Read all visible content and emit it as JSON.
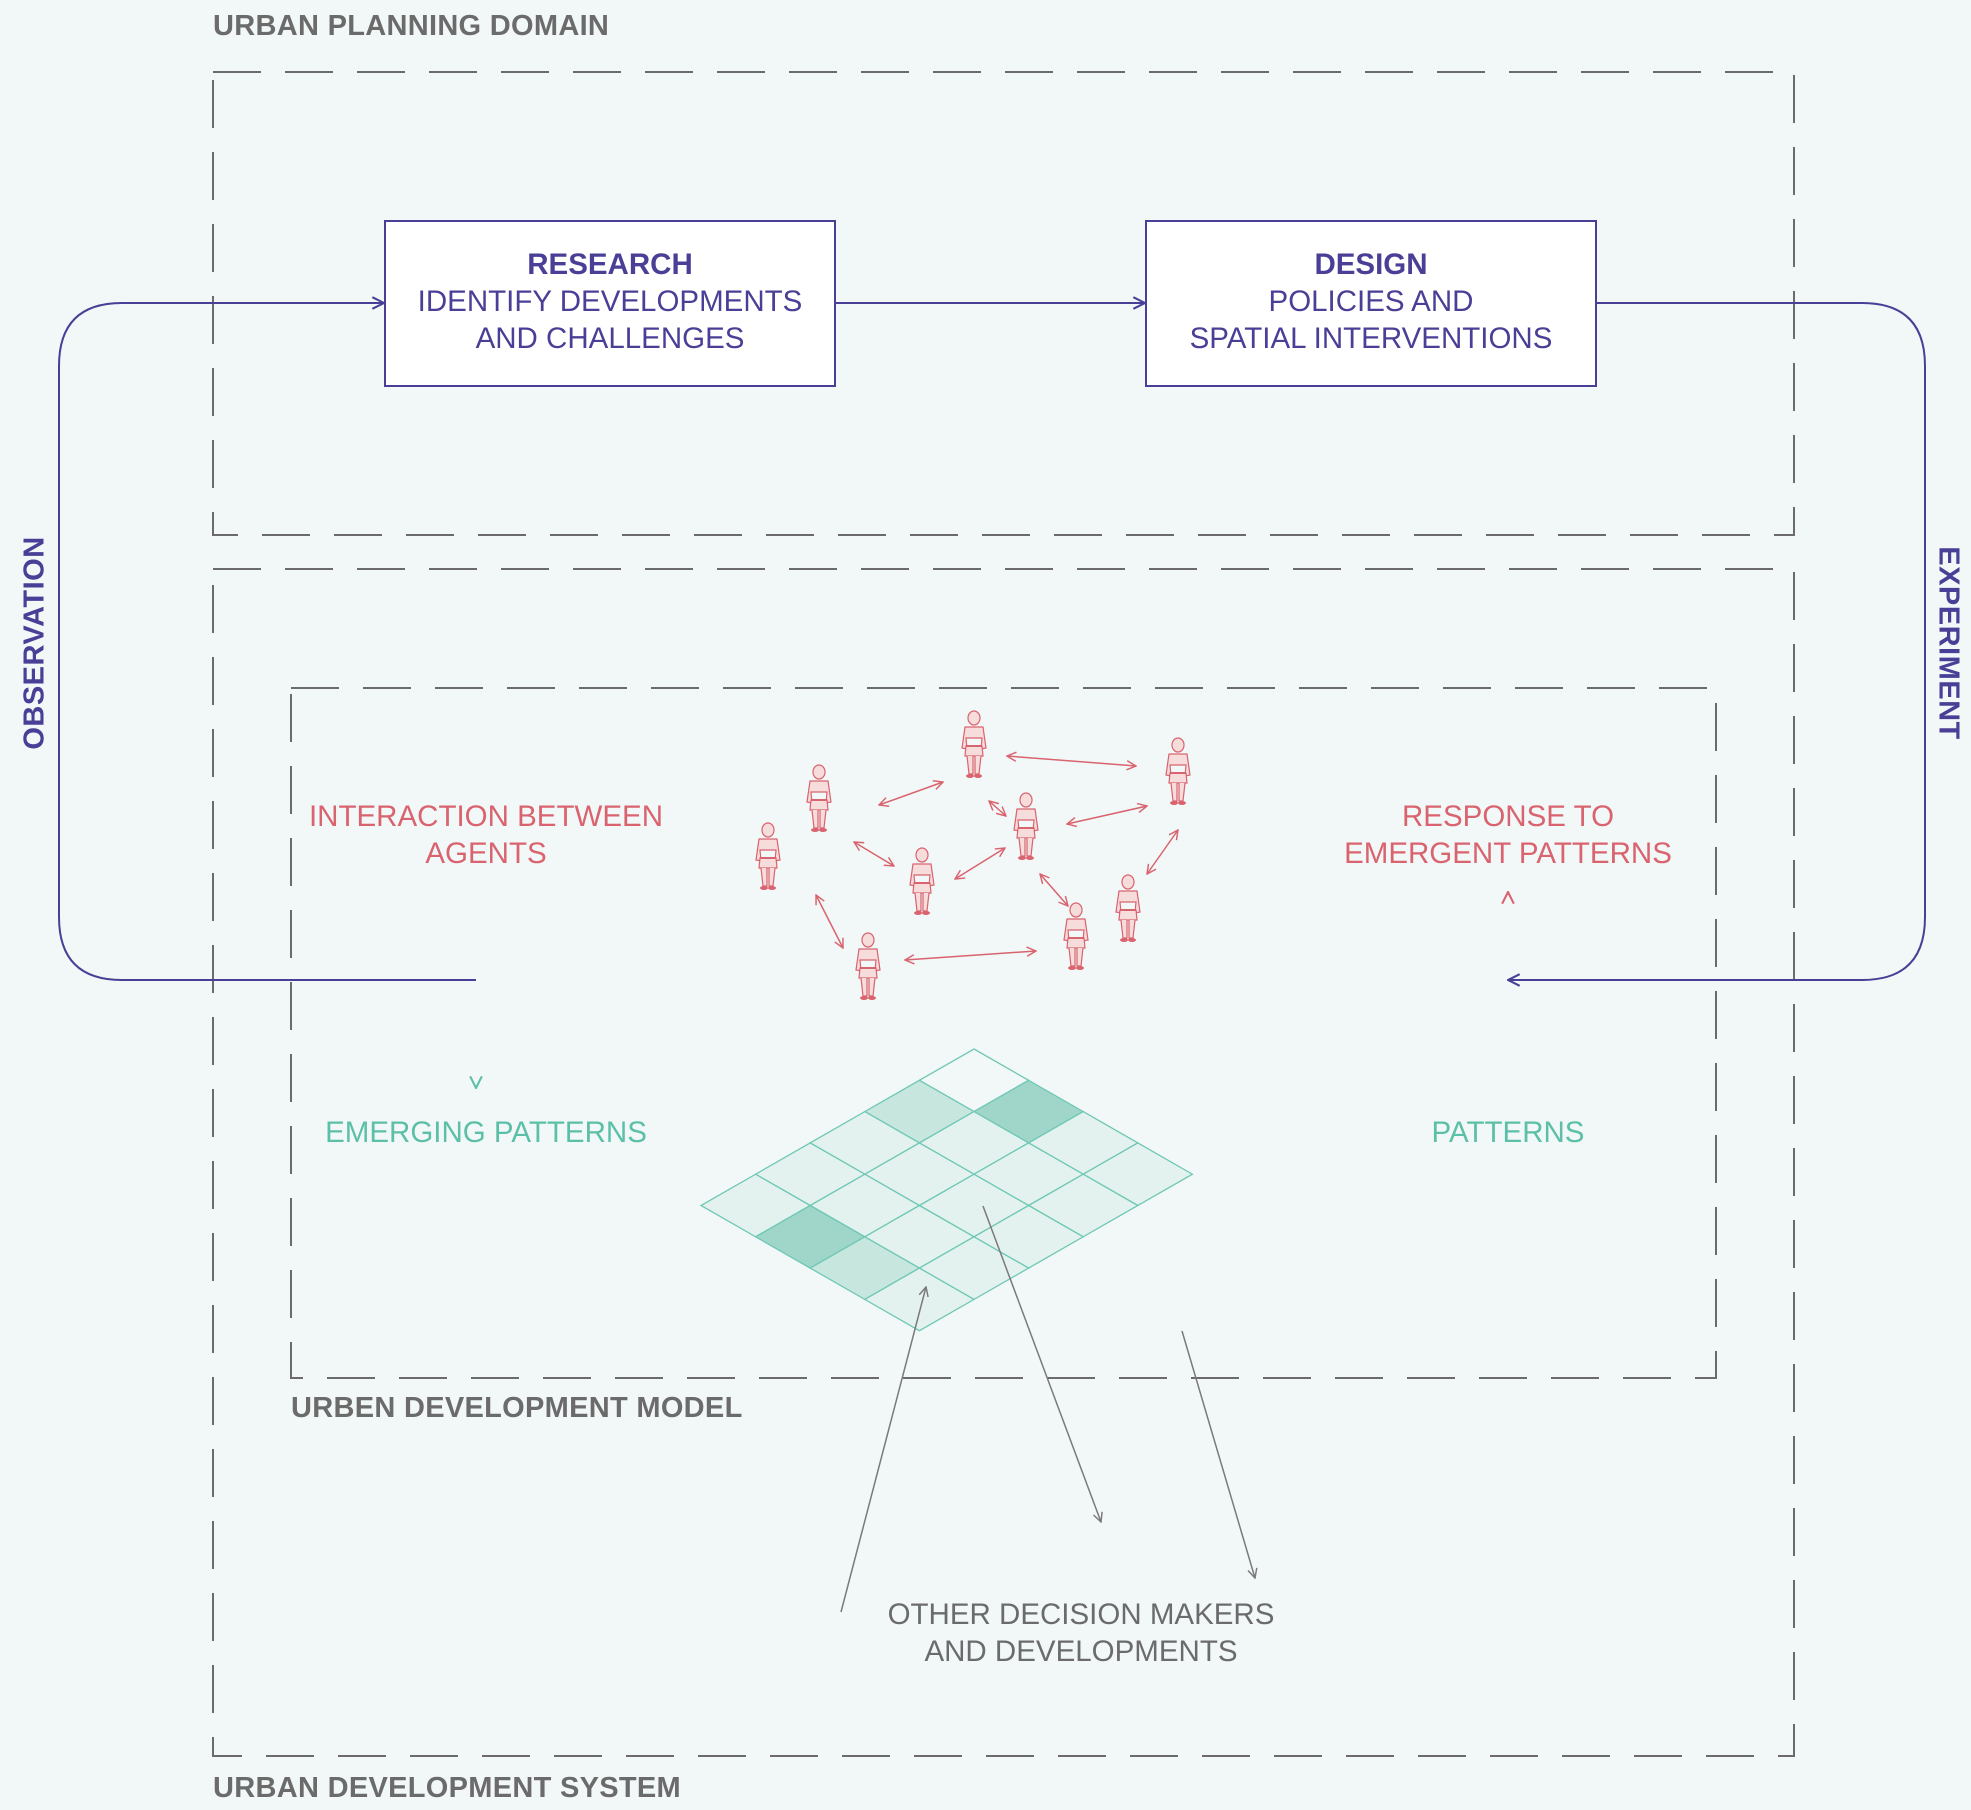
{
  "domains": {
    "planning": "URBAN PLANNING DOMAIN",
    "system": "URBAN DEVELOPMENT SYSTEM",
    "model": "URBEN DEVELOPMENT MODEL"
  },
  "research": {
    "title": "RESEARCH",
    "line1": "IDENTIFY DEVELOPMENTS",
    "line2": "AND CHALLENGES"
  },
  "design": {
    "title": "DESIGN",
    "line1": "POLICIES AND",
    "line2": "SPATIAL INTERVENTIONS"
  },
  "loop": {
    "left": "OBSERVATION",
    "right": "EXPERIMENT"
  },
  "model": {
    "interaction": {
      "line1": "INTERACTION BETWEEN",
      "line2": "AGENTS"
    },
    "response": {
      "line1": "RESPONSE TO",
      "line2": "EMERGENT PATTERNS"
    },
    "emerging": "EMERGING PATTERNS",
    "patterns": "PATTERNS"
  },
  "others": {
    "line1": "OTHER DECISION MAKERS",
    "line2": "AND DEVELOPMENTS"
  },
  "colors": {
    "background": "#f2f8f8",
    "purple": "#4a3f96",
    "pink": "#d9636e",
    "teal": "#5cbfa8",
    "gray": "#6b6b6b",
    "agent_fill": "#f7dcdc"
  },
  "grid_shading": [
    [
      0,
      3,
      1,
      1
    ],
    [
      2,
      1,
      1,
      1
    ],
    [
      1,
      1,
      1,
      1
    ],
    [
      1,
      1,
      1,
      1
    ],
    [
      1,
      3,
      2,
      1
    ]
  ]
}
